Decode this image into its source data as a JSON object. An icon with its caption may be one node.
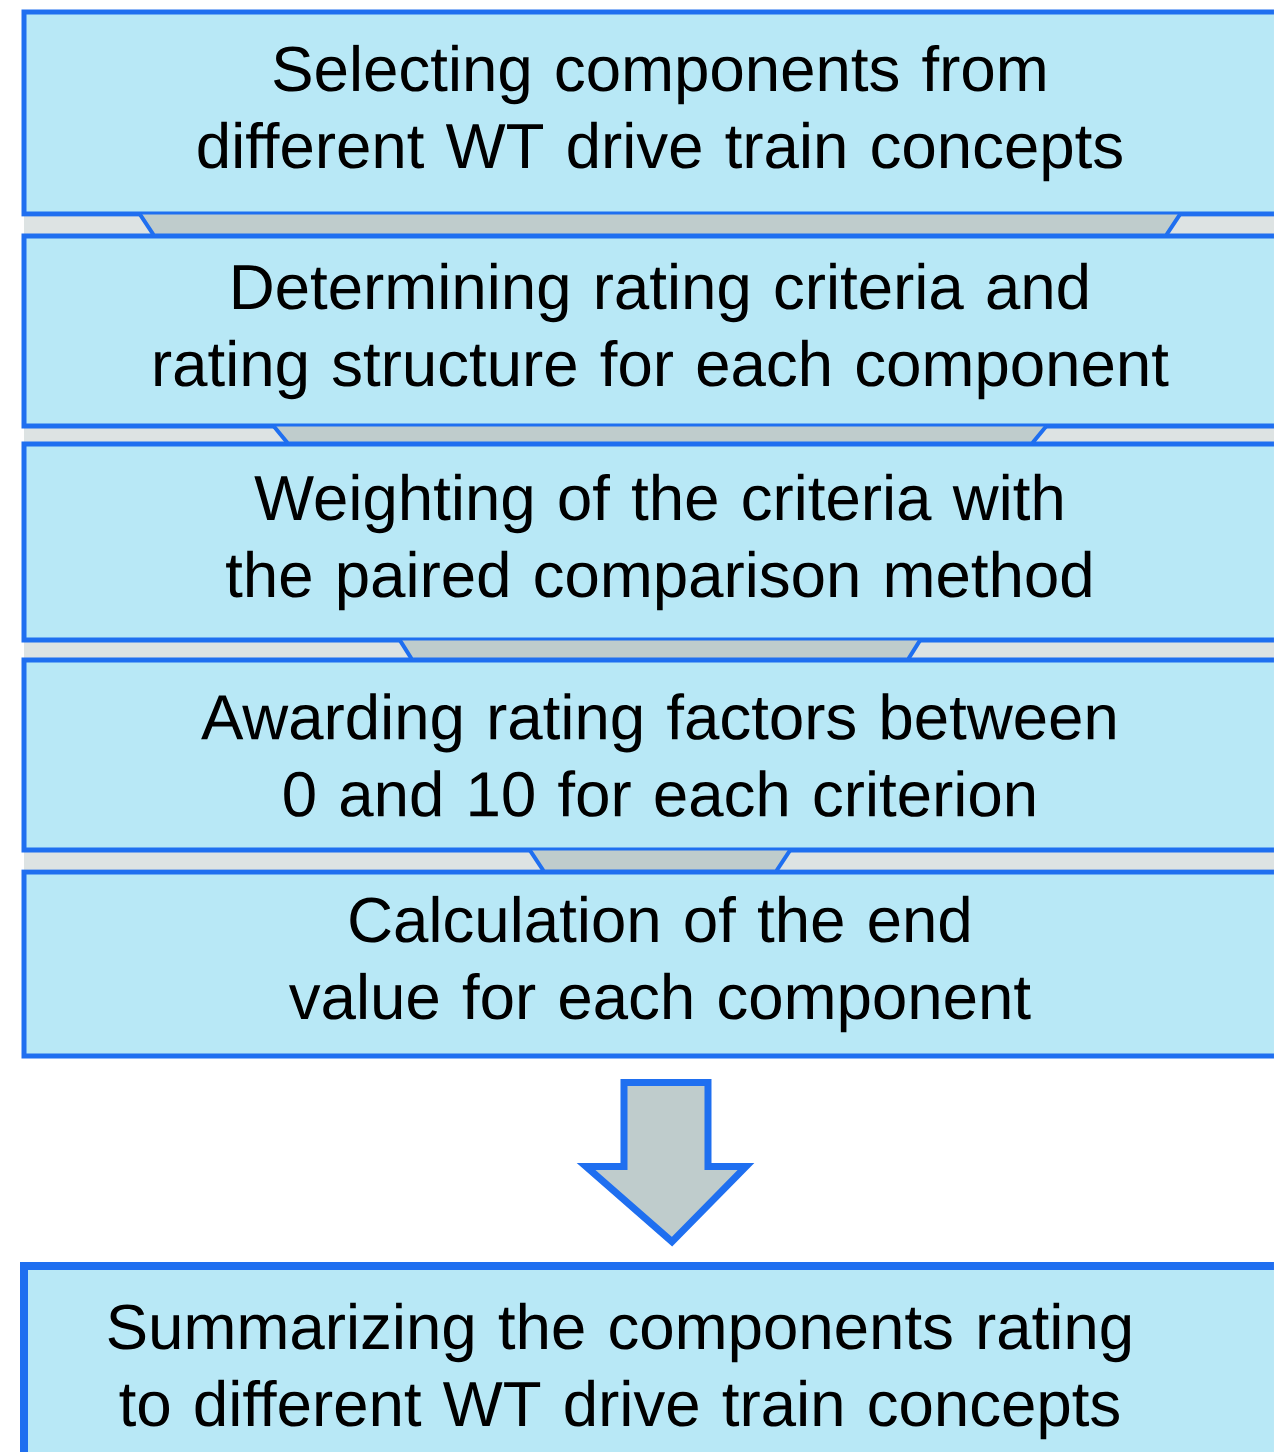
{
  "diagram": {
    "nodes": [
      {
        "text": [
          "Selecting components from different WT drive train concepts"
        ]
      },
      {
        "text": [
          "Determining rating criteria and rating structure for each component"
        ]
      },
      {
        "text": [
          "Weighting of the criteria with the paired comparison method"
        ]
      },
      {
        "text": [
          "Awarding rating factors between 0 and 10 for each criterion"
        ]
      },
      {
        "text": [
          "Calculation of the end value for each component"
        ]
      },
      {
        "text": [
          "Summarizing the components rating to different WT drive train concepts"
        ]
      }
    ],
    "edges": [
      {
        "from": 0,
        "to": 1,
        "arrow": "none"
      },
      {
        "from": 1,
        "to": 2,
        "arrow": "none"
      },
      {
        "from": 2,
        "to": 3,
        "arrow": "none"
      },
      {
        "from": 3,
        "to": 4,
        "arrow": "none"
      },
      {
        "from": 4,
        "to": 5,
        "arrow": "to",
        "style": "thick"
      }
    ]
  }
}
